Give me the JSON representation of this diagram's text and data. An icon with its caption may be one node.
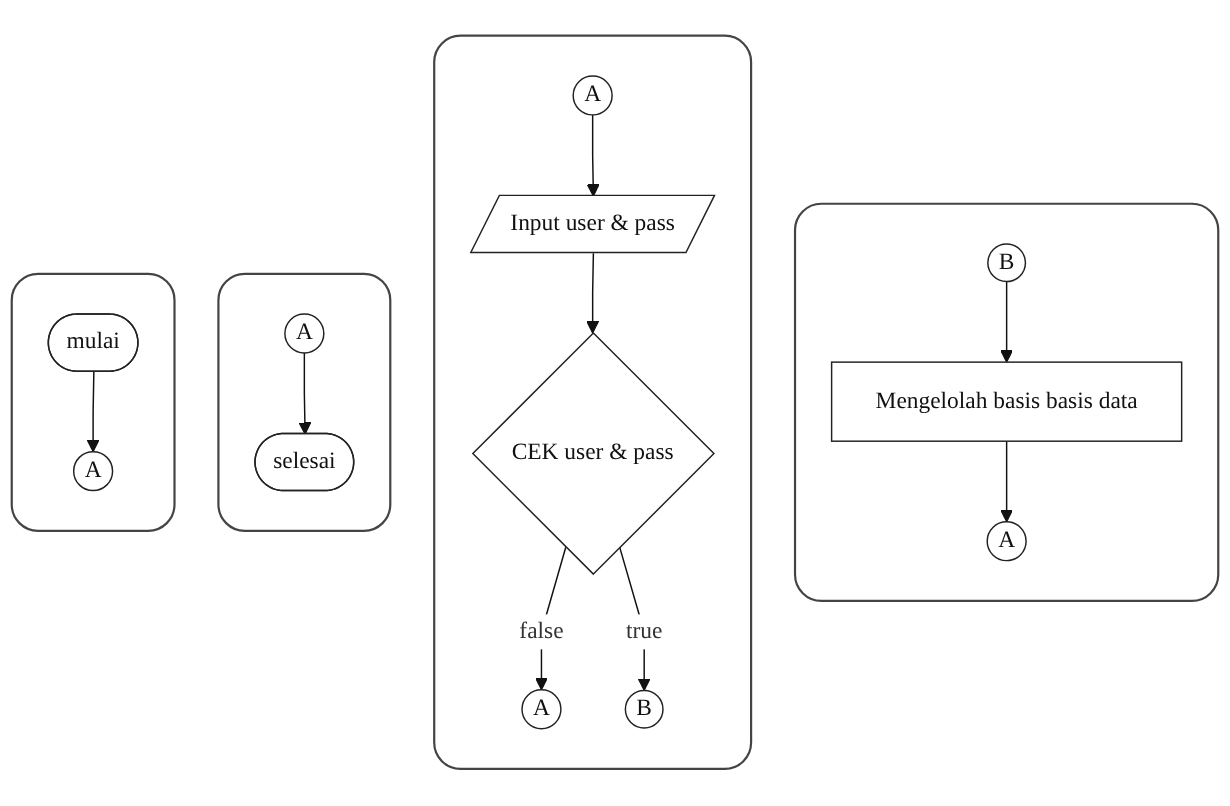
{
  "diagram": {
    "nodes": [
      {
        "text": [],
        "shape": "box"
      },
      {
        "text": [
          "mulai"
        ],
        "in": 0
      },
      {
        "text": [
          "A"
        ],
        "in": 0
      },
      {
        "text": [],
        "shape": "box"
      },
      {
        "text": [
          "selesai"
        ],
        "in": 3
      },
      {
        "text": [
          "A"
        ],
        "in": 3
      },
      {
        "text": [],
        "shape": "box"
      },
      {
        "text": [
          "A"
        ],
        "in": 6
      },
      {
        "text": [
          "Input user & pass"
        ],
        "in": 6
      },
      {
        "text": [
          "CEK user & pass"
        ],
        "in": 6
      },
      {
        "text": [
          "A"
        ],
        "in": 6
      },
      {
        "text": [
          "B"
        ],
        "in": 6
      },
      {
        "text": [],
        "shape": "box"
      },
      {
        "text": [
          "A"
        ],
        "in": 12
      },
      {
        "text": [
          "Mengelolah basis basis data"
        ],
        "in": 12
      },
      {
        "text": [
          "B"
        ],
        "in": 12
      }
    ],
    "edges": [
      {
        "from": 1,
        "to": 2,
        "arrow": "to"
      },
      {
        "from": 5,
        "to": 4,
        "arrow": "to"
      },
      {
        "from": 7,
        "to": 8,
        "arrow": "to"
      },
      {
        "from": 8,
        "to": 9,
        "arrow": "to"
      },
      {
        "from": 9,
        "to": 10,
        "arrow": "to",
        "label": "false"
      },
      {
        "from": 9,
        "to": 11,
        "arrow": "to",
        "label": "true"
      },
      {
        "from": 15,
        "to": 14,
        "arrow": "to"
      },
      {
        "from": 14,
        "to": 13,
        "arrow": "to"
      }
    ]
  }
}
